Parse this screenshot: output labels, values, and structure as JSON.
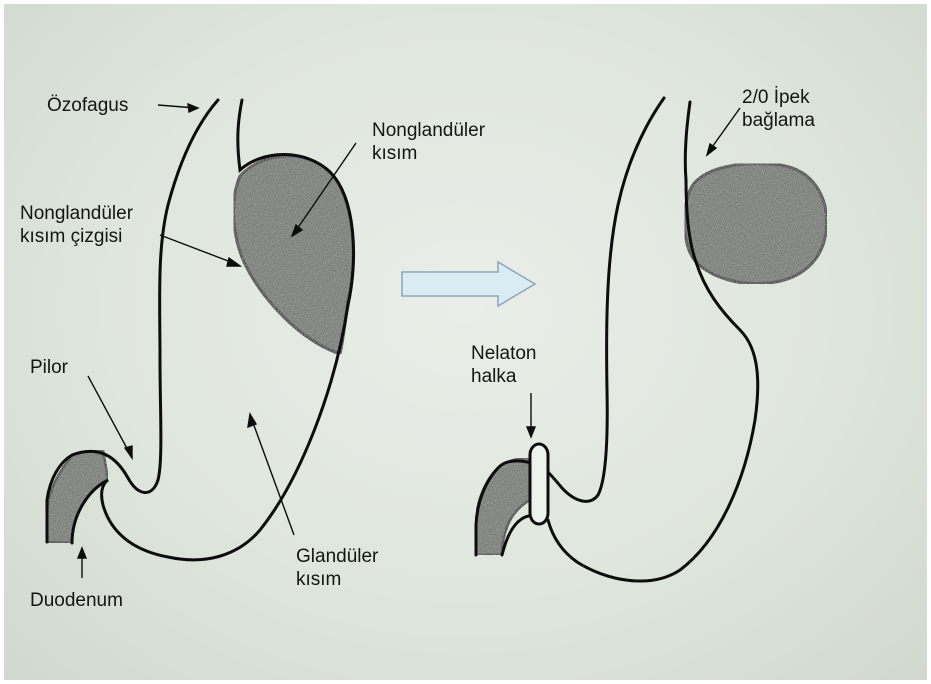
{
  "left_figure": {
    "ozofagus": "Özofagus",
    "nonglandular_part": [
      "Nonglandüler",
      "kısım"
    ],
    "nonglandular_line": [
      "Nonglandüler",
      "kısım çizgisi"
    ],
    "pylorus": "Pilor",
    "glandular_part": [
      "Glandüler",
      "kısım"
    ],
    "duodenum": "Duodenum"
  },
  "right_figure": {
    "silk_ligation": [
      "2/0 İpek",
      "bağlama"
    ],
    "nelaton_ring": [
      "Nelaton",
      "halka"
    ]
  },
  "colors": {
    "outline": "#0d0d0d",
    "shaded_region": "#6a6e6a",
    "arrow_fill": "#d9ecf2",
    "arrow_stroke": "#8aa6b8"
  },
  "icons": {
    "transition_arrow": "right-arrow-icon"
  }
}
